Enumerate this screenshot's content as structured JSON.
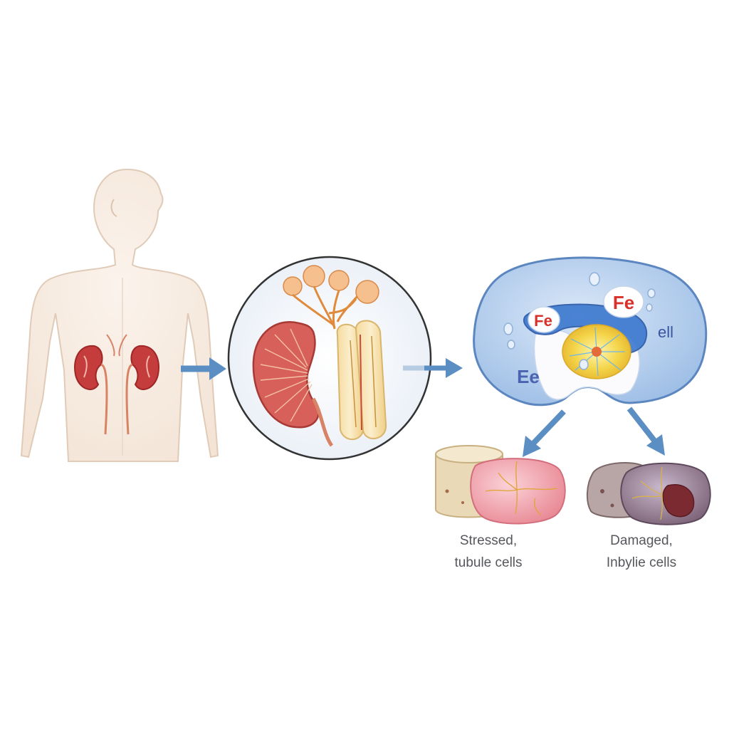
{
  "labels": {
    "fe_top": "Fe",
    "fe_left": "Fe",
    "fe_bottom": "Ee",
    "cell_text": "ell"
  },
  "captions": {
    "stressed_line1": "Stressed,",
    "stressed_line2": "tubule cells",
    "damaged_line1": "Damaged,",
    "damaged_line2": "Inbylie cells"
  },
  "colors": {
    "kidney_red": "#c43c3c",
    "arrow_blue": "#5b8fc4",
    "cell_blue": "#a9c5ea",
    "fe_red": "#d9302a",
    "ee_blue": "#4a63b0",
    "body_skin": "#f5e8dc"
  }
}
